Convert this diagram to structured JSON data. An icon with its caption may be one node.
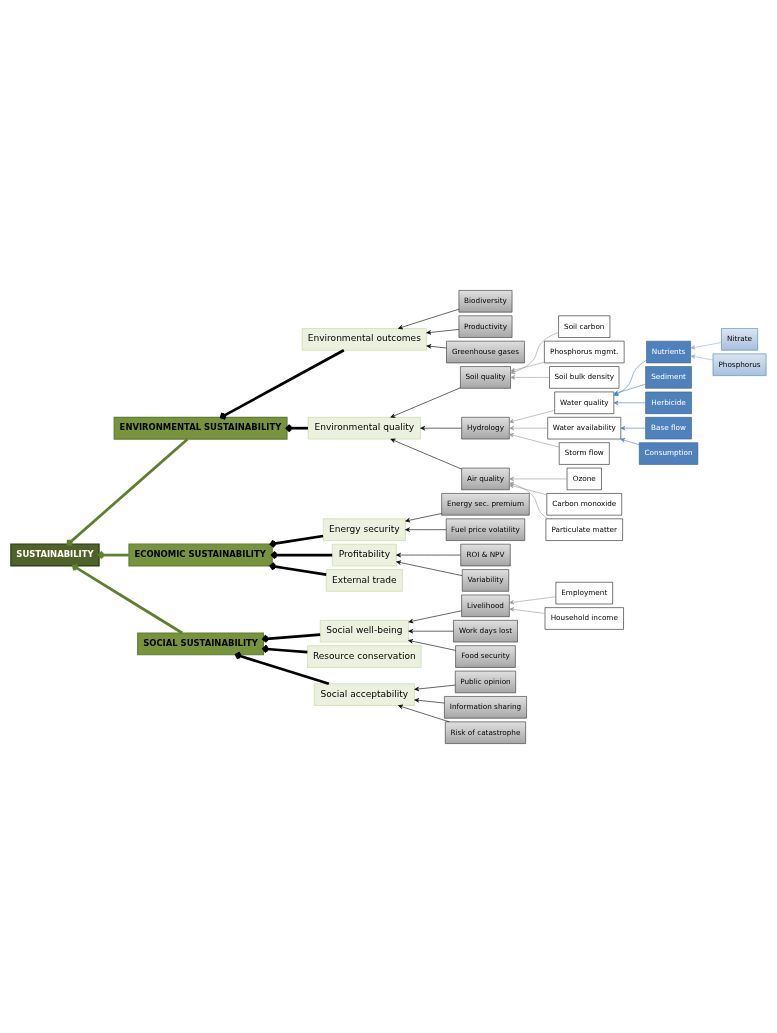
{
  "diagram": {
    "nodes": [
      {
        "text": [
          "SUSTAINABILITY"
        ]
      },
      {
        "text": [
          "ENVIRONMENTAL SUSTAINABILITY"
        ]
      },
      {
        "text": [
          "Environmental outcomes"
        ]
      },
      {
        "text": [
          "Biodiversity"
        ]
      },
      {
        "text": [
          "Productivity"
        ]
      },
      {
        "text": [
          "Greenhouse gases"
        ]
      },
      {
        "text": [
          "Environmental quality"
        ]
      },
      {
        "text": [
          "Soil quality"
        ]
      },
      {
        "text": [
          "Soil carbon"
        ]
      },
      {
        "text": [
          "Phosphorus mgmt."
        ]
      },
      {
        "text": [
          "Soil bulk density"
        ]
      },
      {
        "text": [
          "Hydrology"
        ]
      },
      {
        "text": [
          "Water quality"
        ]
      },
      {
        "text": [
          "Nutrients"
        ]
      },
      {
        "text": [
          "Nitrate"
        ]
      },
      {
        "text": [
          "Phosphorus"
        ]
      },
      {
        "text": [
          "Sediment"
        ]
      },
      {
        "text": [
          "Herbicide"
        ]
      },
      {
        "text": [
          "Water availability"
        ]
      },
      {
        "text": [
          "Base flow"
        ]
      },
      {
        "text": [
          "Consumption"
        ]
      },
      {
        "text": [
          "Storm flow"
        ]
      },
      {
        "text": [
          "Air quality"
        ]
      },
      {
        "text": [
          "Ozone"
        ]
      },
      {
        "text": [
          "Carbon monoxide"
        ]
      },
      {
        "text": [
          "Particulate matter"
        ]
      },
      {
        "text": [
          "ECONOMIC SUSTAINABILITY"
        ]
      },
      {
        "text": [
          "Energy security"
        ]
      },
      {
        "text": [
          "Energy sec. premium"
        ]
      },
      {
        "text": [
          "Fuel price volatility"
        ]
      },
      {
        "text": [
          "Profitability"
        ]
      },
      {
        "text": [
          "ROI & NPV"
        ]
      },
      {
        "text": [
          "Variability"
        ]
      },
      {
        "text": [
          "External trade"
        ]
      },
      {
        "text": [
          "SOCIAL SUSTAINABILITY"
        ]
      },
      {
        "text": [
          "Social well-being"
        ]
      },
      {
        "text": [
          "Livelihood"
        ]
      },
      {
        "text": [
          "Employment"
        ]
      },
      {
        "text": [
          "Household income"
        ]
      },
      {
        "text": [
          "Work days lost"
        ]
      },
      {
        "text": [
          "Food security"
        ]
      },
      {
        "text": [
          "Resource conservation"
        ]
      },
      {
        "text": [
          "Social acceptability"
        ]
      },
      {
        "text": [
          "Public opinion"
        ]
      },
      {
        "text": [
          "Information sharing"
        ]
      },
      {
        "text": [
          "Risk of catastrophe"
        ]
      }
    ],
    "edges": [
      {
        "from": 1,
        "to": 0,
        "arrow": "to",
        "style": "thick",
        "color": "#5f7f2f"
      },
      {
        "from": 34,
        "to": 0,
        "arrow": "to",
        "style": "thick",
        "color": "#5f7f2f"
      },
      {
        "from": 26,
        "to": 0,
        "arrow": "to",
        "style": "thick",
        "color": "#5f7f2f"
      },
      {
        "from": 2,
        "to": 1,
        "arrow": "to",
        "style": "thick"
      },
      {
        "from": 6,
        "to": 1,
        "arrow": "to",
        "style": "thick"
      },
      {
        "from": 3,
        "to": 2,
        "arrow": "to"
      },
      {
        "from": 4,
        "to": 2,
        "arrow": "to"
      },
      {
        "from": 5,
        "to": 2,
        "arrow": "to"
      },
      {
        "from": 7,
        "to": 6,
        "arrow": "to"
      },
      {
        "from": 11,
        "to": 6,
        "arrow": "to"
      },
      {
        "from": 22,
        "to": 6,
        "arrow": "to"
      },
      {
        "from": 8,
        "to": 7,
        "arrow": "to",
        "color": "#999999"
      },
      {
        "from": 9,
        "to": 7,
        "arrow": "to",
        "color": "#999999"
      },
      {
        "from": 10,
        "to": 7,
        "arrow": "to",
        "color": "#999999"
      },
      {
        "from": 12,
        "to": 11,
        "arrow": "to",
        "color": "#999999"
      },
      {
        "from": 18,
        "to": 11,
        "arrow": "to",
        "color": "#999999"
      },
      {
        "from": 21,
        "to": 11,
        "arrow": "to",
        "color": "#999999"
      },
      {
        "from": 13,
        "to": 12,
        "arrow": "to",
        "color": "#4f81bd"
      },
      {
        "from": 16,
        "to": 12,
        "arrow": "to",
        "color": "#4f81bd"
      },
      {
        "from": 17,
        "to": 12,
        "arrow": "to",
        "color": "#4f81bd"
      },
      {
        "from": 14,
        "to": 13,
        "arrow": "to",
        "color": "#95b3d7"
      },
      {
        "from": 15,
        "to": 13,
        "arrow": "to",
        "color": "#95b3d7"
      },
      {
        "from": 19,
        "to": 18,
        "arrow": "to",
        "color": "#4f81bd"
      },
      {
        "from": 20,
        "to": 18,
        "arrow": "to",
        "color": "#4f81bd"
      },
      {
        "from": 23,
        "to": 22,
        "arrow": "to",
        "color": "#999999"
      },
      {
        "from": 24,
        "to": 22,
        "arrow": "to",
        "color": "#999999"
      },
      {
        "from": 25,
        "to": 22,
        "arrow": "to",
        "color": "#999999"
      },
      {
        "from": 27,
        "to": 26,
        "arrow": "to",
        "style": "thick"
      },
      {
        "from": 30,
        "to": 26,
        "arrow": "to",
        "style": "thick"
      },
      {
        "from": 33,
        "to": 26,
        "arrow": "to",
        "style": "thick"
      },
      {
        "from": 28,
        "to": 27,
        "arrow": "to"
      },
      {
        "from": 29,
        "to": 27,
        "arrow": "to"
      },
      {
        "from": 31,
        "to": 30,
        "arrow": "to"
      },
      {
        "from": 32,
        "to": 30,
        "arrow": "to"
      },
      {
        "from": 35,
        "to": 34,
        "arrow": "to",
        "style": "thick"
      },
      {
        "from": 41,
        "to": 34,
        "arrow": "to",
        "style": "thick"
      },
      {
        "from": 42,
        "to": 34,
        "arrow": "to",
        "style": "thick"
      },
      {
        "from": 36,
        "to": 35,
        "arrow": "to"
      },
      {
        "from": 39,
        "to": 35,
        "arrow": "to"
      },
      {
        "from": 40,
        "to": 35,
        "arrow": "to"
      },
      {
        "from": 37,
        "to": 36,
        "arrow": "to",
        "color": "#999999"
      },
      {
        "from": 38,
        "to": 36,
        "arrow": "to",
        "color": "#999999"
      },
      {
        "from": 43,
        "to": 42,
        "arrow": "to"
      },
      {
        "from": 44,
        "to": 42,
        "arrow": "to"
      },
      {
        "from": 45,
        "to": 42,
        "arrow": "to"
      }
    ]
  }
}
